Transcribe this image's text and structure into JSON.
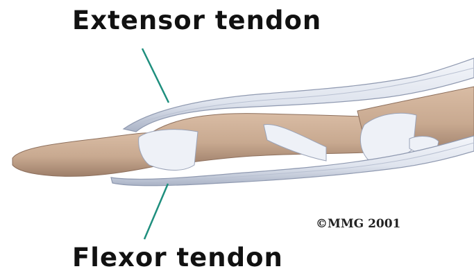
{
  "labels": {
    "extensor": "Extensor tendon",
    "flexor": "Flexor tendon"
  },
  "copyright": "©MMG 2001",
  "colors": {
    "background": "#ffffff",
    "bone": "#c8a990",
    "bone_shadow": "#9e7f6a",
    "tendon": "#dfe4ee",
    "tendon_edge": "#8f99b0",
    "leader_line": "#1f8f7e",
    "text": "#111111"
  }
}
